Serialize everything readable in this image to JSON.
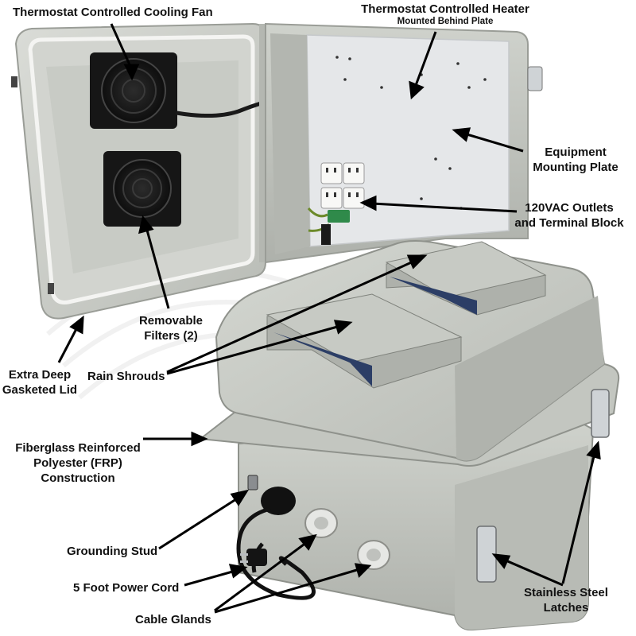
{
  "labels": {
    "cooling_fan": "Thermostat Controlled Cooling Fan",
    "heater": "Thermostat Controlled Heater",
    "heater_sub": "Mounted Behind Plate",
    "equipment_plate_1": "Equipment",
    "equipment_plate_2": "Mounting Plate",
    "outlets_1": "120VAC Outlets",
    "outlets_2": "and Terminal Block",
    "filters_1": "Removable",
    "filters_2": "Filters (2)",
    "rain_shrouds": "Rain Shrouds",
    "lid_1": "Extra Deep",
    "lid_2": "Gasketed Lid",
    "frp_1": "Fiberglass Reinforced",
    "frp_2": "Polyester (FRP)",
    "frp_3": "Construction",
    "grounding": "Grounding Stud",
    "power_cord": "5 Foot Power Cord",
    "cable_glands": "Cable Glands",
    "latches_1": "Stainless Steel",
    "latches_2": "Latches"
  },
  "colors": {
    "enclosure_body": "#c9ccc6",
    "enclosure_shadow": "#a7aaa4",
    "lid_interior": "#d6d8d3",
    "mount_plate": "#e4e6e8",
    "fan_black": "#1b1b1b",
    "text": "#111111"
  }
}
